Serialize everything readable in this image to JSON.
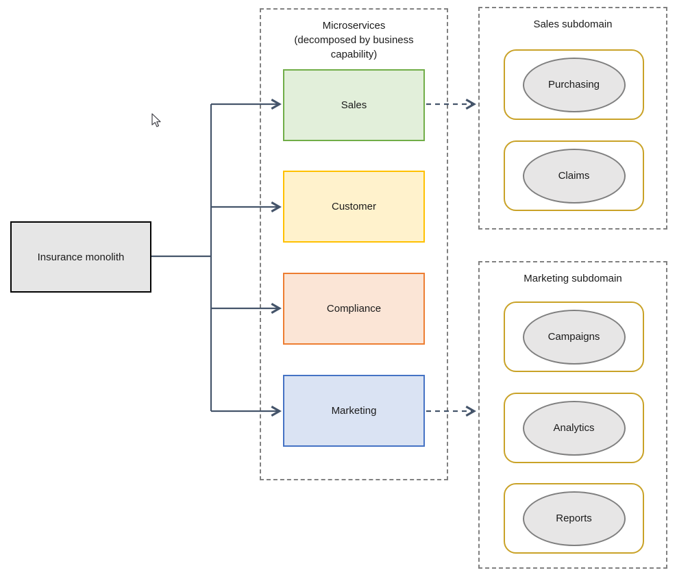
{
  "monolith": {
    "label": "Insurance monolith",
    "fill": "#E6E6E6",
    "border": "#000000"
  },
  "microservices": {
    "title": "Microservices (decomposed by business capability)",
    "items": [
      {
        "label": "Sales",
        "fill": "#E2EFDA",
        "border": "#70AD47"
      },
      {
        "label": "Customer",
        "fill": "#FFF2CC",
        "border": "#FFC000"
      },
      {
        "label": "Compliance",
        "fill": "#FBE5D6",
        "border": "#ED7D31"
      },
      {
        "label": "Marketing",
        "fill": "#DAE3F3",
        "border": "#4472C4"
      }
    ]
  },
  "sales_subdomain": {
    "title": "Sales subdomain",
    "items": [
      {
        "label": "Purchasing"
      },
      {
        "label": "Claims"
      }
    ]
  },
  "marketing_subdomain": {
    "title": "Marketing subdomain",
    "items": [
      {
        "label": "Campaigns"
      },
      {
        "label": "Analytics"
      },
      {
        "label": "Reports"
      }
    ]
  },
  "colors": {
    "connector": "#44546A",
    "container_dash": "#808080",
    "card_border": "#C9A227",
    "ellipse_fill": "#E7E6E6",
    "ellipse_border": "#7F7F7F"
  }
}
